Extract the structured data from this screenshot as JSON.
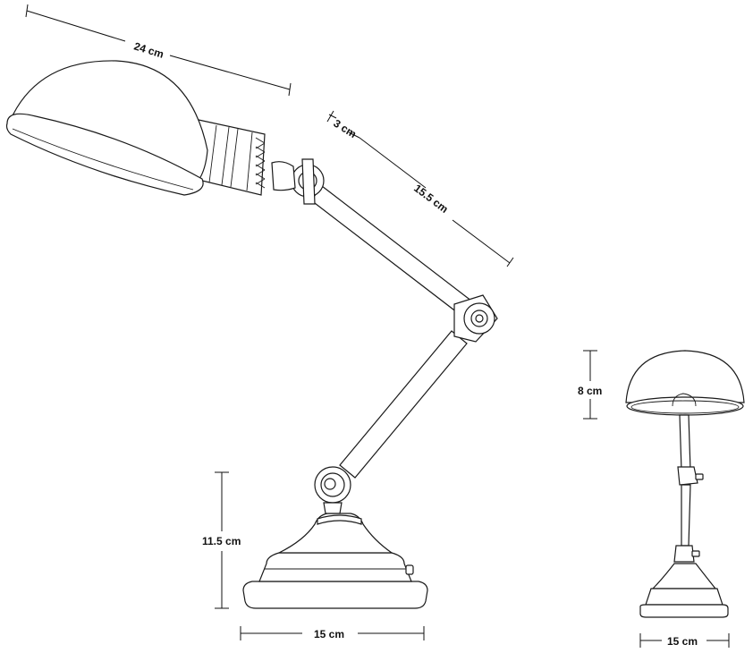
{
  "main_view": {
    "dimensions": {
      "shade_width": "24 cm",
      "shade_offset": "3 cm",
      "upper_arm_length": "15.5 cm",
      "base_height": "11.5 cm",
      "base_width": "15 cm"
    }
  },
  "side_view": {
    "dimensions": {
      "shade_height": "8 cm",
      "base_width": "15 cm"
    }
  },
  "colors": {
    "line": "#1a1a1a",
    "background": "#ffffff"
  }
}
